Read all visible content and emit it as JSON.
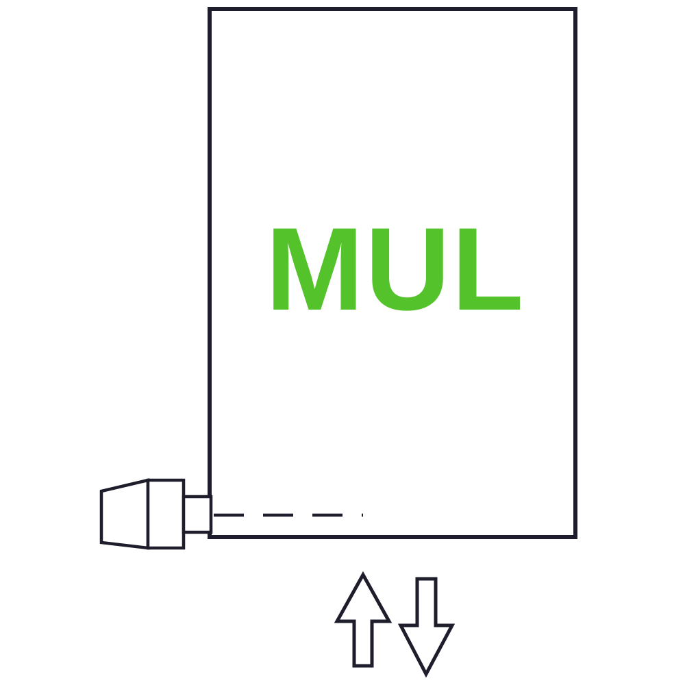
{
  "page": {
    "background": "#ffffff"
  },
  "diagram": {
    "label": "MUL",
    "colors": {
      "label_green": "#54c32b",
      "outline_dark": "#1d1d2b",
      "fill_white": "#ffffff"
    },
    "elements": {
      "body": "radiator-panel-body",
      "valve": "bottom-left-valve-connection",
      "flow_line": "dashed-internal-flow-line",
      "arrows": [
        {
          "direction": "up"
        },
        {
          "direction": "down"
        }
      ]
    }
  }
}
